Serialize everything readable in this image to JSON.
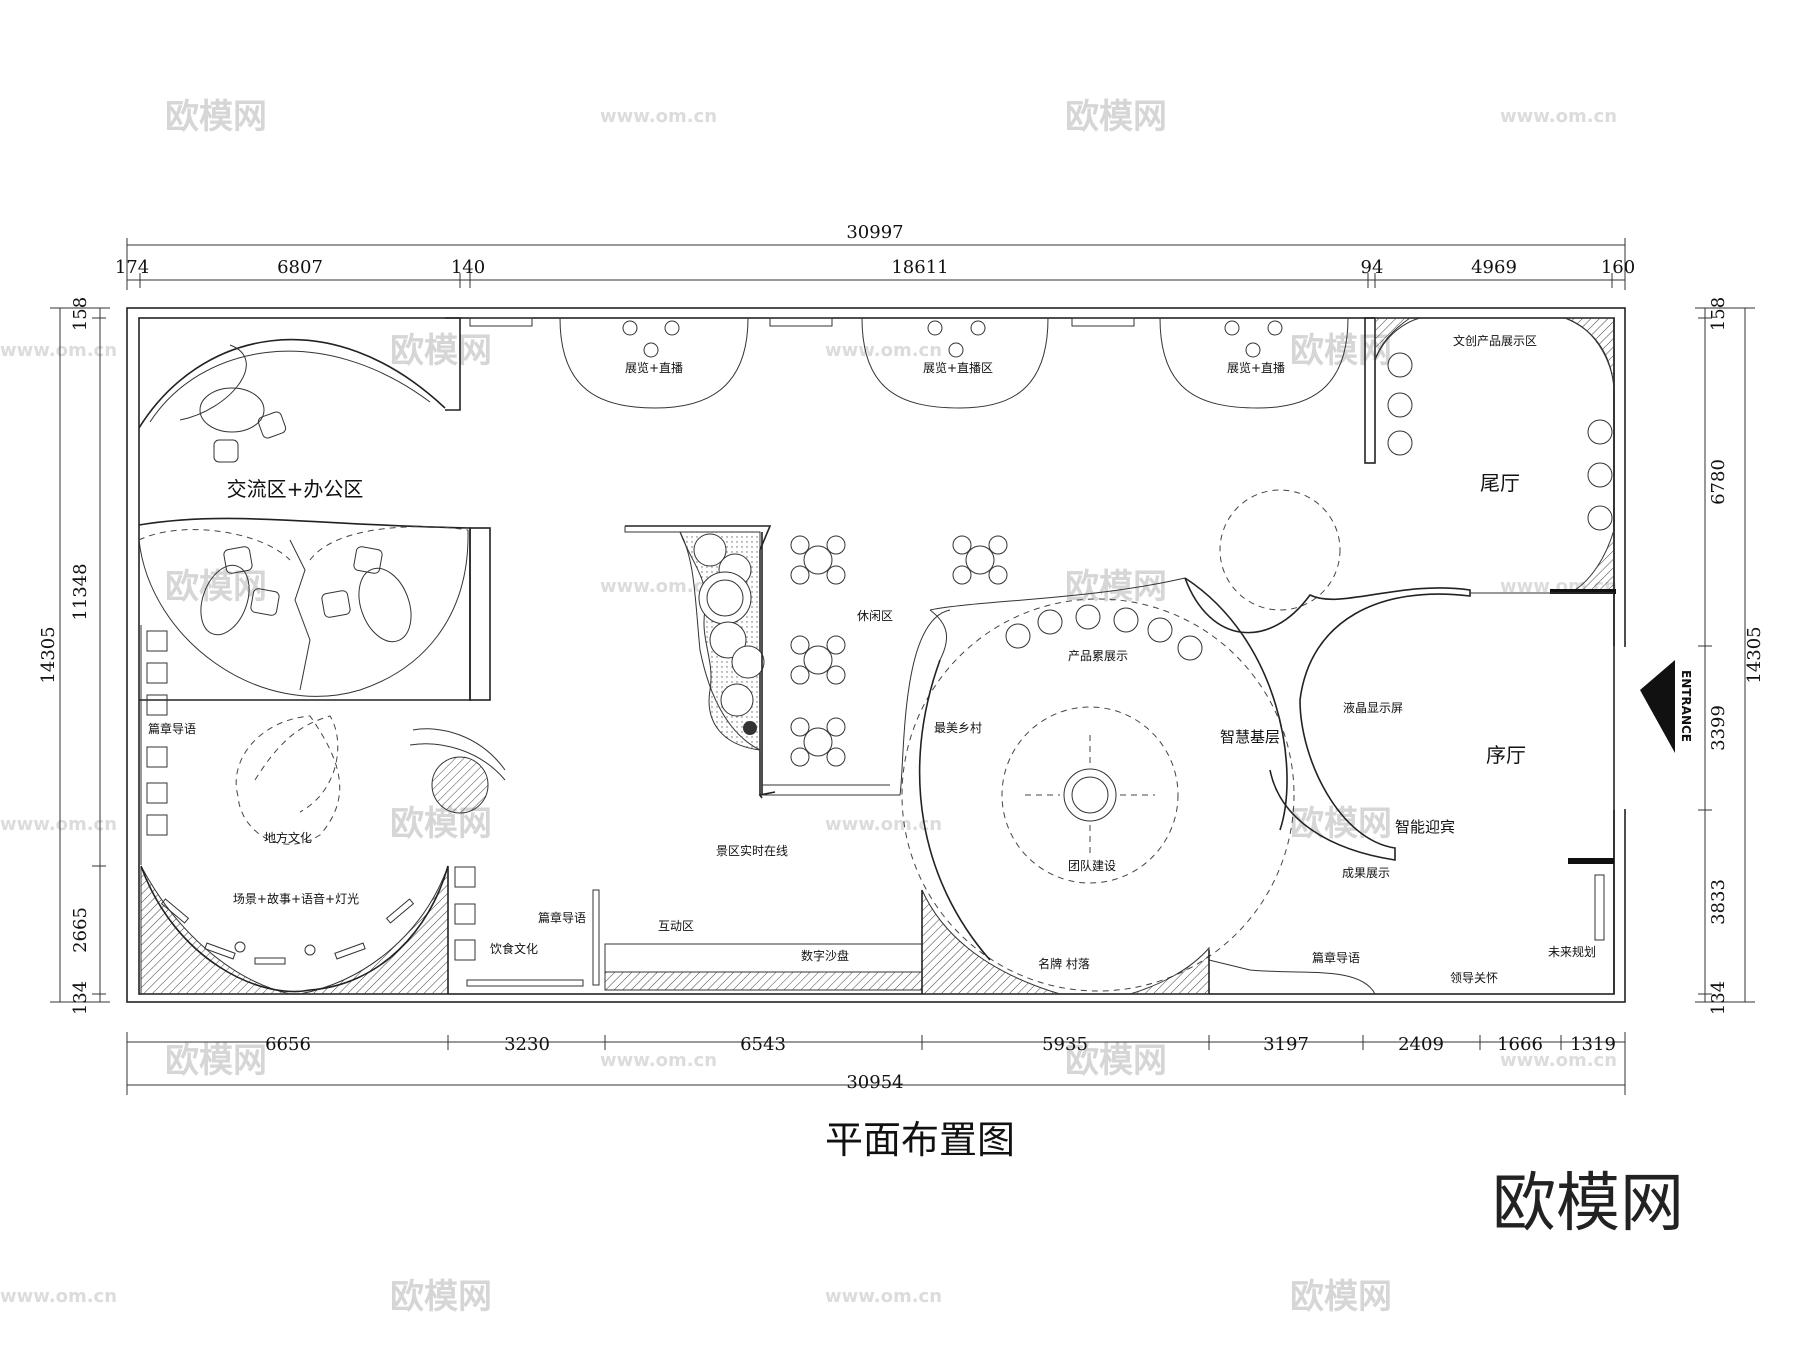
{
  "title": "平面布置图",
  "brand": "欧模网",
  "watermark": {
    "logo": "欧模网",
    "url": "www.om.cn"
  },
  "entrance": "ENTRANCE",
  "dimensions": {
    "top_total": "30997",
    "top": [
      "174",
      "6807",
      "140",
      "18611",
      "94",
      "4969",
      "160"
    ],
    "bottom": [
      "6656",
      "3230",
      "6543",
      "5935",
      "3197",
      "2409",
      "1666",
      "1319"
    ],
    "bottom_total": "30954",
    "left_total": "14305",
    "left": [
      "158",
      "11348",
      "2665",
      "134"
    ],
    "right_total": "14305",
    "right": [
      "158",
      "6780",
      "3399",
      "3833",
      "134"
    ]
  },
  "zones": {
    "exchange_office": "交流区+办公区",
    "exhibition_live_1": "展览+直播",
    "exhibition_live_2": "展览+直播区",
    "exhibition_live_3": "展览+直播",
    "cultural_products": "文创产品展示区",
    "tail_hall": "尾厅",
    "leisure": "休闲区",
    "product_showcase": "产品累展示",
    "beautiful_village": "最美乡村",
    "smart_grassroots": "智慧基层",
    "lcd_screen": "液晶显示屏",
    "prologue_hall": "序厅",
    "smart_welcome": "智能迎宾",
    "chapter_intro_left": "篇章导语",
    "local_culture": "地方文化",
    "scene_story": "场景+故事+语音+灯光",
    "scenic_live": "景区实时在线",
    "team_building": "团队建设",
    "achievements": "成果展示",
    "chapter_intro_food": "篇章导语",
    "food_culture": "饮食文化",
    "interactive": "互动区",
    "digital_sandbox": "数字沙盘",
    "famous_village": "名牌 村落",
    "chapter_intro_right": "篇章导语",
    "leader_care": "领导关怀",
    "future_plan": "未来规划"
  },
  "icons": [
    "entrance-arrow-icon",
    "tree-icon",
    "chair-icon",
    "table-icon"
  ]
}
